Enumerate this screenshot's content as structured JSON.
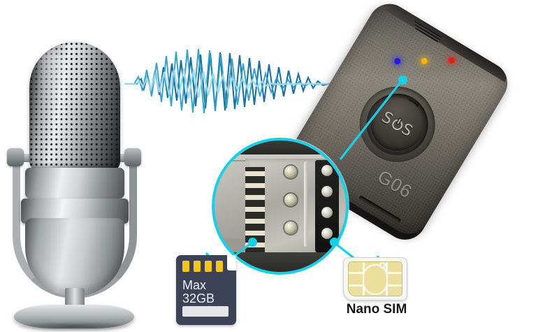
{
  "scene": {
    "title": "G06 GPS tracker audio monitoring and card slot diagram",
    "background": "#ffffff",
    "accent_color": "#18cfe8"
  },
  "microphone": {
    "label": "retro-condenser-microphone",
    "finish": "brushed silver"
  },
  "sound_wave": {
    "label": "audio-waveform",
    "colors": [
      "#1b6f9e",
      "#3aa8cf",
      "#9fd8e8"
    ]
  },
  "device": {
    "model_label": "G06",
    "button": {
      "label_left": "S",
      "label_right": "S",
      "icon": "power-icon",
      "full_label": "SOS"
    },
    "leds": [
      {
        "name": "blue",
        "color": "#2118e8"
      },
      {
        "name": "amber",
        "color": "#f2b400"
      },
      {
        "name": "red",
        "color": "#e81e18"
      }
    ],
    "speaker_grille": "speaker-slot",
    "bottom_slot": "card-slot"
  },
  "inset": {
    "label": "sim-slot-closeup",
    "border_color": "#18cfe8",
    "callout_dots": 2
  },
  "sd_card": {
    "line1": "Max",
    "line2": "32GB",
    "body_color": "#3d4357",
    "pin_color": "#f5c518",
    "pin_count": 4
  },
  "sim_card": {
    "caption": "Nano SIM",
    "chip_color": "#ecdf9e"
  }
}
